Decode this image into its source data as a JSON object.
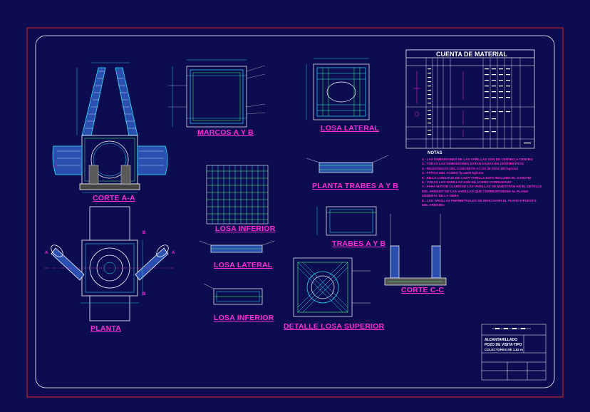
{
  "colors": {
    "background": "#000000",
    "sheet": "#0c0c50",
    "frame": "#e2231a",
    "border": "#ffffff",
    "accent": "#ff2bd6",
    "cyan": "#29e6ff",
    "green": "#4dff6a",
    "yellow": "#ffe23a"
  },
  "views": {
    "corte_aa": "CORTE A-A",
    "marcos": "MARCOS A Y B",
    "losa_lateral_top": "LOSA LATERAL",
    "planta_trabes": "PLANTA TRABES A Y B",
    "losa_inferior_top": "LOSA INFERIOR",
    "trabes": "TRABES A Y B",
    "planta": "PLANTA",
    "losa_lateral_bottom": "LOSA LATERAL",
    "losa_inferior_bottom": "LOSA INFERIOR",
    "detalle_losa": "DETALLE LOSA SUPERIOR",
    "corte_cc": "CORTE C-C"
  },
  "section_marks": {
    "a": "A",
    "b": "B"
  },
  "table": {
    "title": "CUENTA DE MATERIAL"
  },
  "notes": {
    "heading": "NOTAS",
    "items": [
      "1.- LAS DIMENSIONES DE LAS VARILLAS SON DE CENTRO A CENTRO",
      "2.- TODAS LAS DIMENSIONES ESTAN DADAS EN CENTIMETROS",
      "3.- RESISTENCIA DEL CONCRETO A LOS 28 DIAS 150 kg/cm2",
      "4.- FATIGA DEL ACERO fy=4200 kg/cm2",
      "5.- EN LA LONGITUD DE CADA VARILLA ESTA INCLUIDO EL GANCHO",
      "6.- TODAS LAS VARILLAS SON DE ACERO CORRUGADO",
      "7.- PARA MAYOR CLARIDAD LAS VARILLAS SE MUESTRAN EN EL DETALLE",
      "     DEL ARMADO DE LAS VARILLAS QUE CORRESPONDEN AL PLANO",
      "     GENERAL DE LA OBRA",
      "8.- LAS VARILLAS PERIMETRALES SE INDICAN EN EL PLANO OPUESTO",
      "     DEL ARMADO."
    ]
  },
  "title_block": {
    "line1": "ALCANTARILLADO",
    "line2": "POZO DE VISITA TIPO",
    "line3": "COLECTORES DE 1.52 m"
  }
}
